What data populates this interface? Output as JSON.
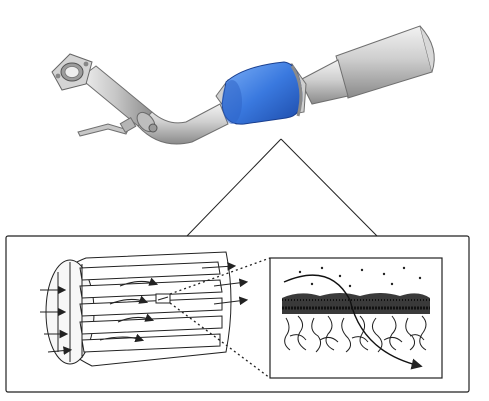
{
  "figure": {
    "components": [
      {
        "name": "exhaust-manifold-flange",
        "icon": "flange-icon"
      },
      {
        "name": "exhaust-downpipe",
        "icon": "pipe-icon"
      },
      {
        "name": "catalytic-converter",
        "icon": "cylinder-icon",
        "color": "#2f6fd6"
      },
      {
        "name": "muffler-pipe",
        "icon": "pipe-icon"
      },
      {
        "name": "substrate-cutaway",
        "icon": "honeycomb-icon"
      },
      {
        "name": "washcoat-microscope-view",
        "icon": "microscope-icon"
      }
    ],
    "colors": {
      "pipe_light": "#e9e9e9",
      "pipe_mid": "#bdbdbd",
      "pipe_dark": "#7d7d7d",
      "converter_light": "#6aa2f2",
      "converter_dark": "#1e4fb0",
      "line": "#222222"
    }
  }
}
